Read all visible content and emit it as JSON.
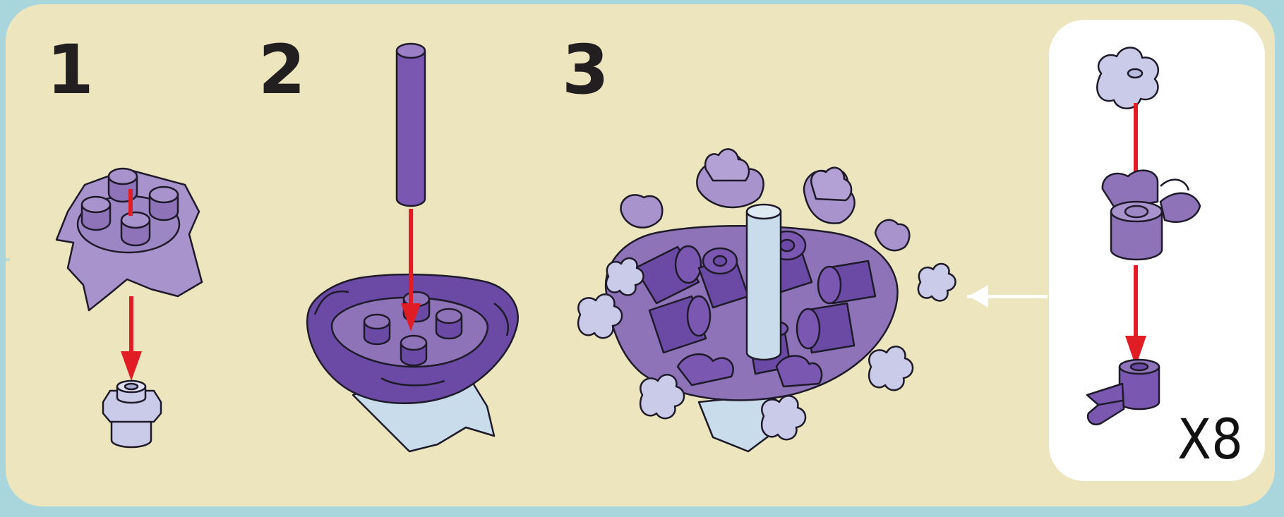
{
  "steps": [
    {
      "number": "1"
    },
    {
      "number": "2"
    },
    {
      "number": "3"
    }
  ],
  "subassembly": {
    "multiplier": "X8"
  },
  "colors": {
    "frame": "#a9d6dc",
    "panel": "#ece5bd",
    "inset": "#ffffff",
    "dark_purple": "#6b4aa5",
    "mid_purple": "#8e73b8",
    "light_purple": "#a893cc",
    "lavender": "#c9cbe8",
    "light_blue": "#c8dceb",
    "arrow_red": "#e01d25",
    "arrow_white": "#ffffff",
    "outline": "#1e1a2a"
  },
  "icons": [
    "build-arrow-icon",
    "connector-arrow-icon"
  ]
}
